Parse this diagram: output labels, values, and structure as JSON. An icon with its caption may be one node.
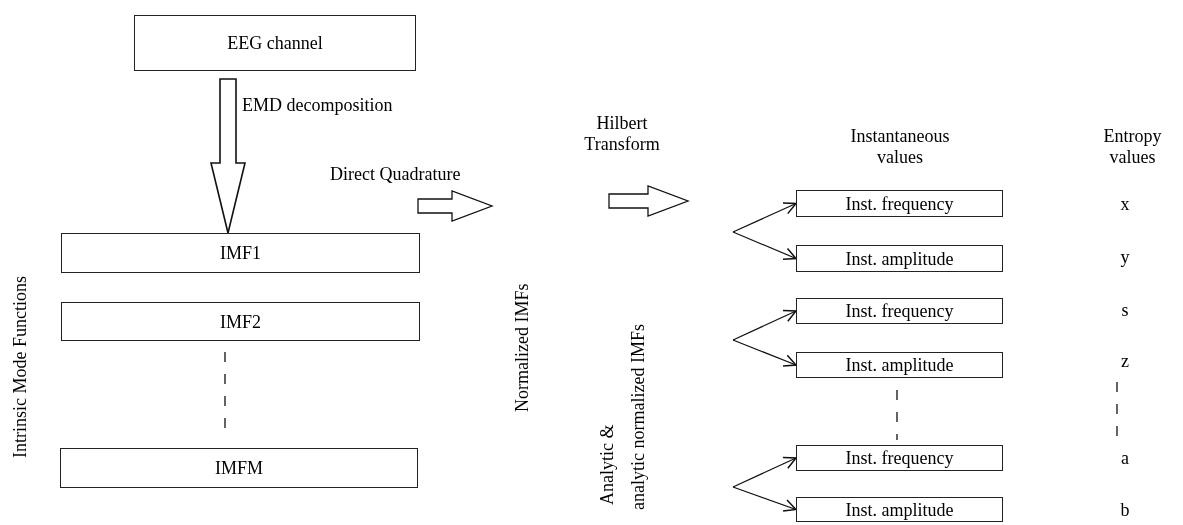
{
  "diagram": {
    "nodes": [
      {
        "text": [
          "EEG channel"
        ]
      },
      {
        "text": [
          "IMF1"
        ]
      },
      {
        "text": [
          "IMF2"
        ]
      },
      {
        "text": [
          "IMFM"
        ]
      },
      {
        "text": [
          "Inst. frequency"
        ]
      },
      {
        "text": [
          "Inst. amplitude"
        ]
      },
      {
        "text": [
          "Inst. frequency"
        ]
      },
      {
        "text": [
          "Inst. amplitude"
        ]
      },
      {
        "text": [
          "Inst. frequency"
        ]
      },
      {
        "text": [
          "Inst. amplitude"
        ]
      }
    ],
    "edges": [
      {
        "from": 0,
        "to": 1,
        "arrow": "to",
        "label": "EMD decomposition",
        "style": "thick"
      },
      {
        "from": null,
        "to": 4,
        "arrow": "to"
      },
      {
        "from": null,
        "to": 5,
        "arrow": "to"
      },
      {
        "from": null,
        "to": 6,
        "arrow": "to"
      },
      {
        "from": null,
        "to": 7,
        "arrow": "to"
      },
      {
        "from": null,
        "to": 8,
        "arrow": "to"
      },
      {
        "from": null,
        "to": 9,
        "arrow": "to"
      }
    ],
    "labels": [
      "Direct Quadrature",
      "Hilbert Transform",
      "Instantaneous values",
      "Entropy values",
      "x",
      "y",
      "s",
      "z",
      "a",
      "b",
      "Intrinsic Mode Functions",
      "Normalized IMFs",
      "Analytic &",
      "analytic normalized IMFs"
    ]
  }
}
